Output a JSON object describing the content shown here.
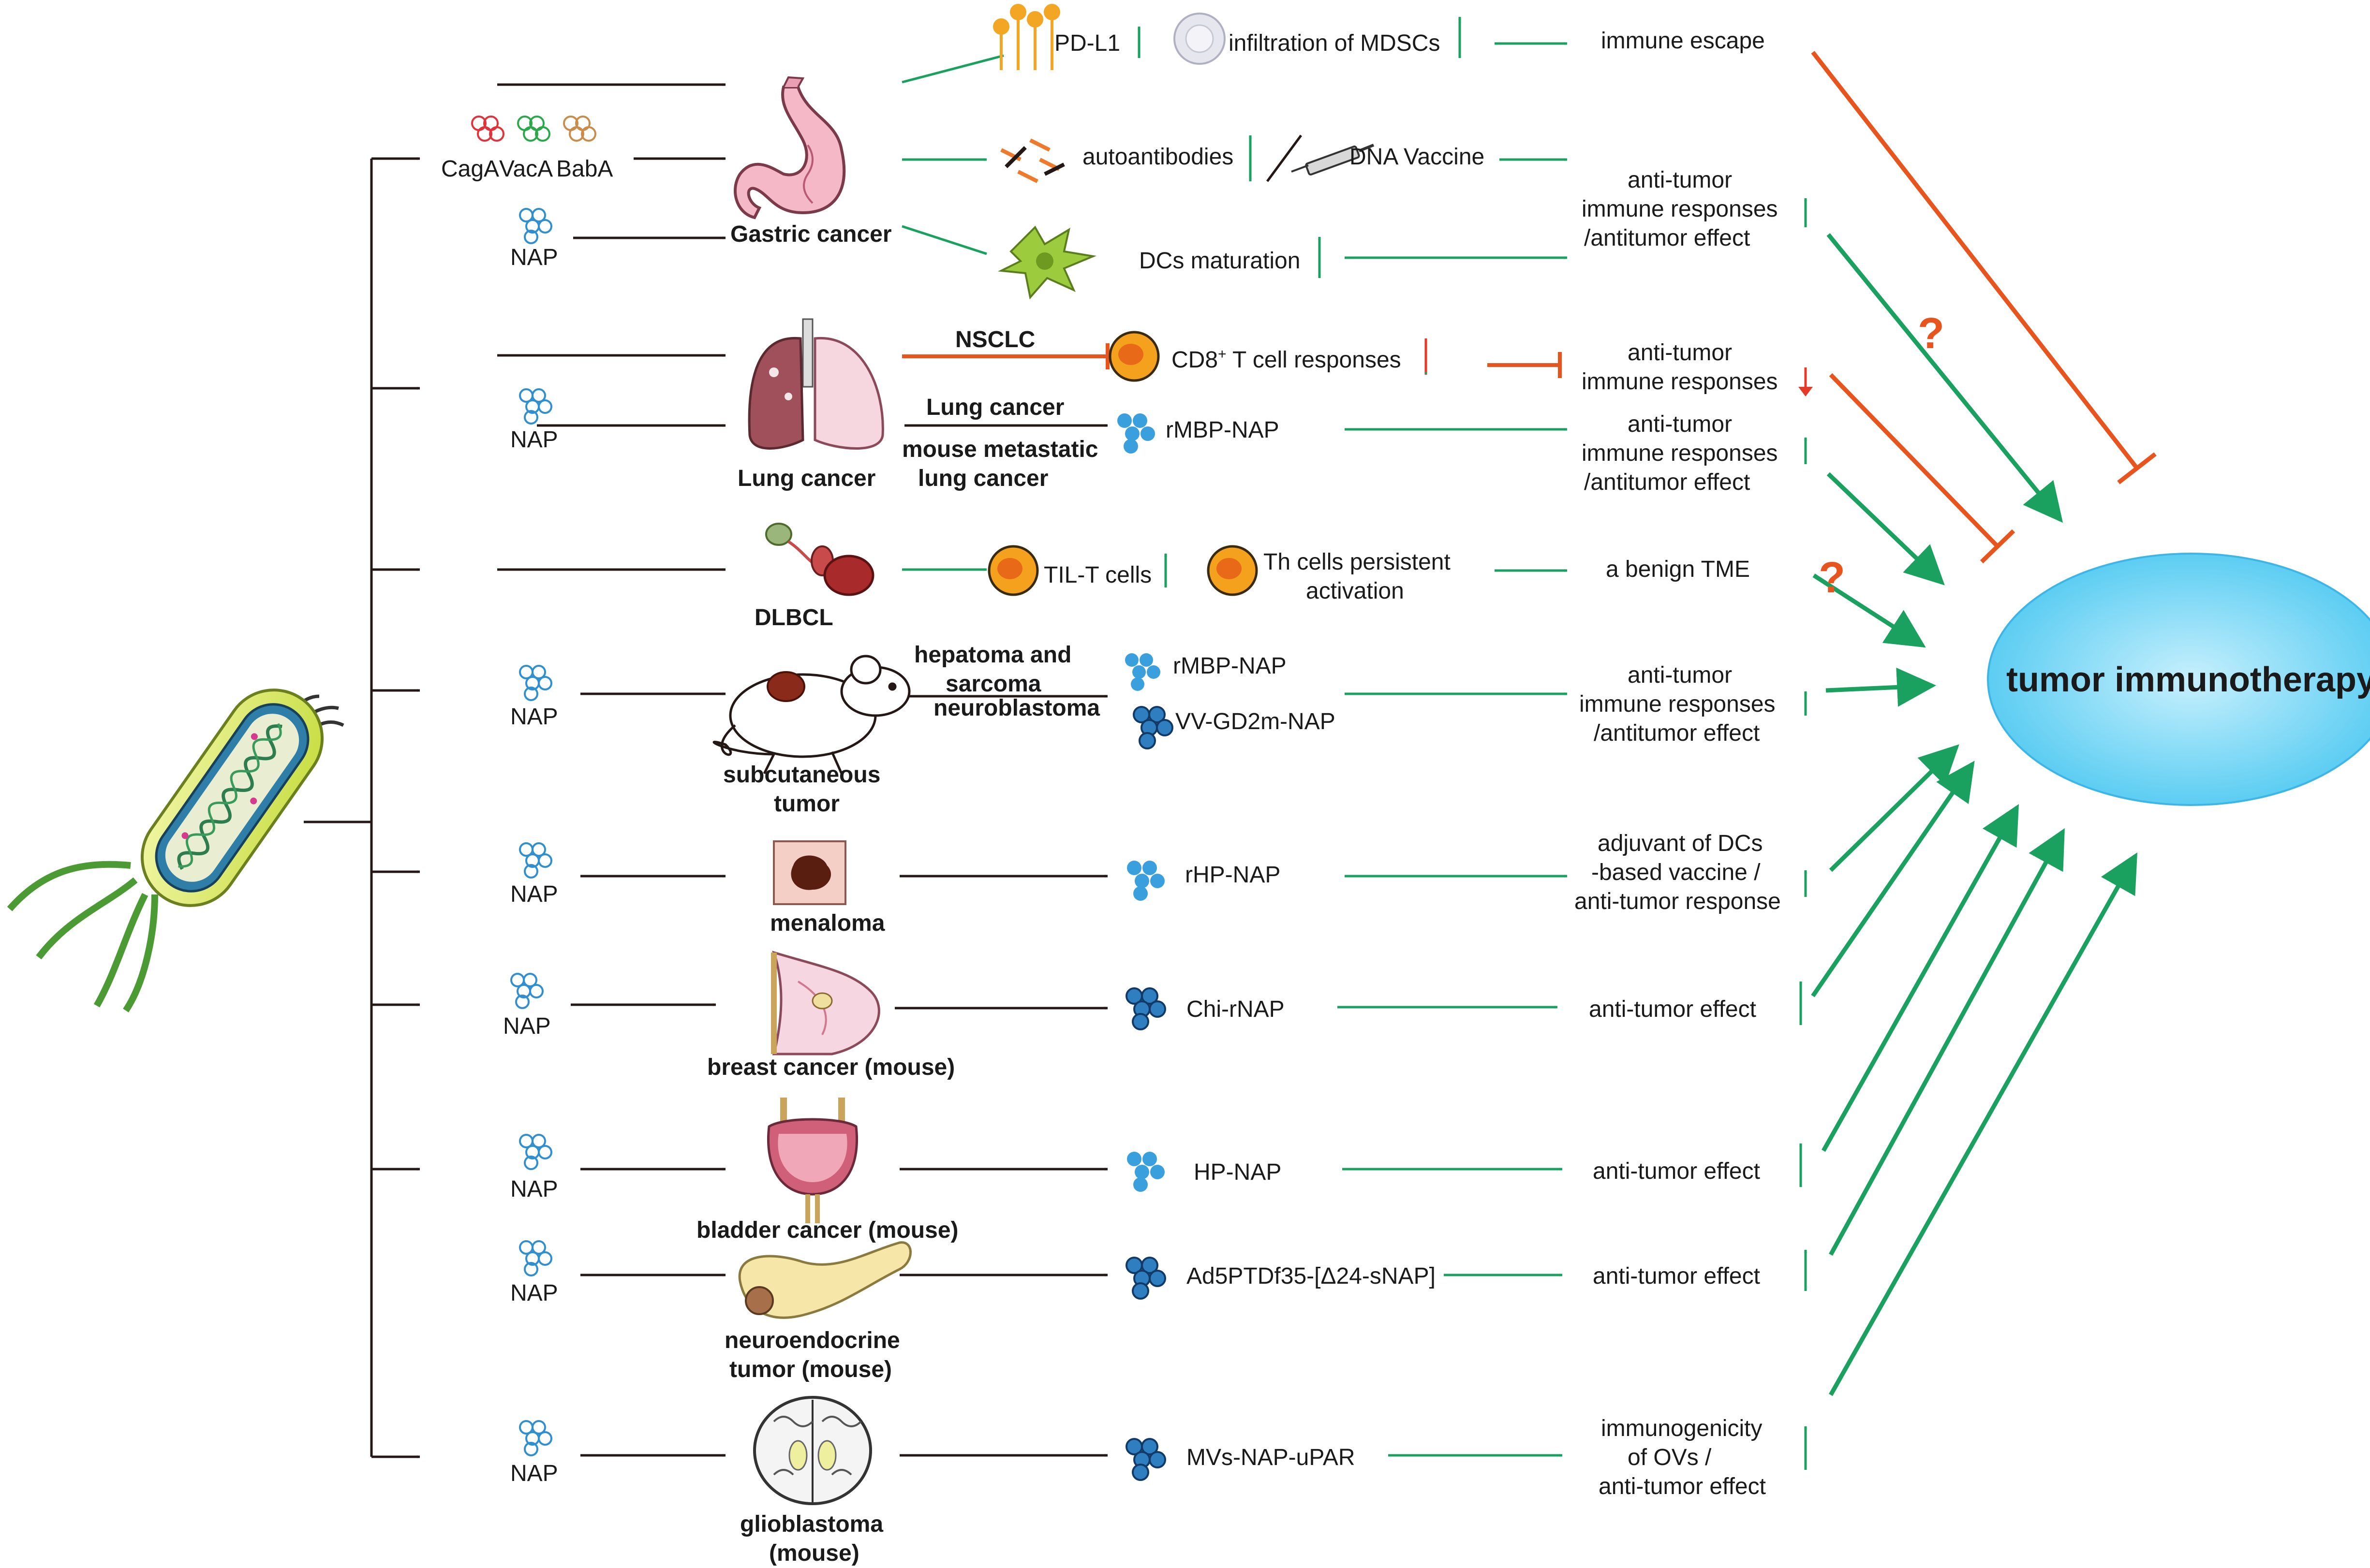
{
  "title": "tumor immunotherapy",
  "factors": {
    "caga": "CagA",
    "vaca": "VacA",
    "baba": "BabA",
    "nap": "NAP"
  },
  "cancers": {
    "gastric": "Gastric cancer",
    "lung": "Lung cancer",
    "dlbcl": "DLBCL",
    "subcutaneous": [
      "subcutaneous",
      "tumor"
    ],
    "menaloma": "menaloma",
    "breast": "breast cancer (mouse)",
    "bladder": "bladder cancer (mouse)",
    "neuroendocrine": [
      "neuroendocrine",
      "tumor (mouse)"
    ],
    "glioblastoma": [
      "glioblastoma",
      "(mouse)"
    ]
  },
  "conditions": {
    "nsclc": "NSCLC",
    "lung_cancer": "Lung cancer",
    "mouse_metastatic": [
      "mouse metastatic",
      "lung cancer"
    ],
    "hepatoma": [
      "hepatoma and",
      "sarcoma",
      "neuroblastoma"
    ]
  },
  "mediators": {
    "pdl1": "PD-L1",
    "mdscs": "infiltration of MDSCs",
    "autoantibodies": "autoantibodies",
    "dna_vaccine": "DNA Vaccine",
    "dcs": "DCs maturation",
    "cd8_pre": "CD8",
    "cd8_sup": "+",
    "cd8_post": " T cell responses",
    "rmbp1": "rMBP-NAP",
    "til": "TIL-T cells",
    "th": [
      "Th cells persistent",
      "activation"
    ],
    "rmbp2": "rMBP-NAP",
    "vv": "VV-GD2m-NAP",
    "rhp": "rHP-NAP",
    "chi": "Chi-rNAP",
    "hp": "HP-NAP",
    "ad5": "Ad5PTDf35-[Δ24-sNAP]",
    "mvs": "MVs-NAP-uPAR"
  },
  "outcomes": {
    "immune_escape": "immune escape",
    "gastric_antitumor": [
      "anti-tumor",
      "immune responses",
      "/antitumor effect"
    ],
    "lung_down": [
      "anti-tumor",
      "immune responses"
    ],
    "lung_up": [
      "anti-tumor",
      "immune responses",
      "/antitumor effect"
    ],
    "benign": "a benign TME",
    "subcut": [
      "anti-tumor",
      "immune responses",
      "/antitumor effect"
    ],
    "adjuvant": [
      "adjuvant of DCs",
      "-based vaccine /",
      "anti-tumor response"
    ],
    "breast": "anti-tumor effect",
    "bladder": "anti-tumor effect",
    "neuro": "anti-tumor effect",
    "glio": [
      "immunogenicity",
      "of OVs /",
      "anti-tumor effect"
    ]
  },
  "question_mark": "?",
  "colors": {
    "green": "#1aa15f",
    "orange": "#e8541e",
    "red": "#e53a2a",
    "black": "#231815",
    "ellipse": "#6ed3f3"
  }
}
